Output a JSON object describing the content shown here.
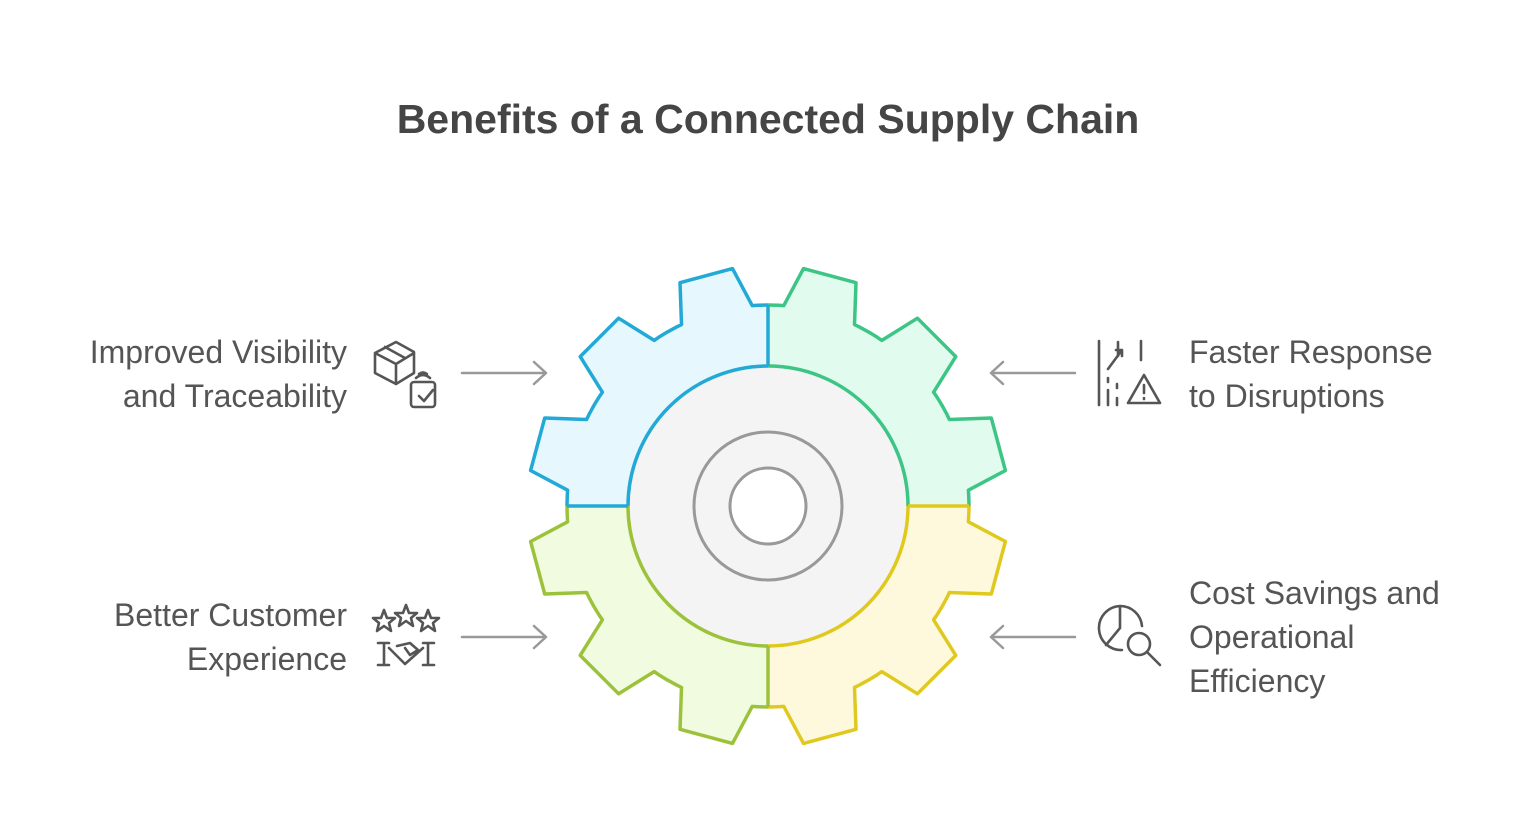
{
  "title": "Benefits of a Connected Supply Chain",
  "items": [
    {
      "line1": "Improved Visibility",
      "line2": "and Traceability",
      "icon": "package-tracking-icon",
      "color": "#22a9d6",
      "fill": "#e6f7fd"
    },
    {
      "line1": "Faster Response",
      "line2": "to Disruptions",
      "icon": "route-warning-icon",
      "color": "#3cc585",
      "fill": "#e1fcef"
    },
    {
      "line1": "Better Customer",
      "line2": "Experience",
      "icon": "stars-handshake-icon",
      "color": "#9cc23c",
      "fill": "#f1fbe0"
    },
    {
      "line1": "Cost Savings and",
      "line2": "Operational",
      "line3": "Efficiency",
      "icon": "chart-search-icon",
      "color": "#e0c91f",
      "fill": "#fef9dd"
    }
  ]
}
